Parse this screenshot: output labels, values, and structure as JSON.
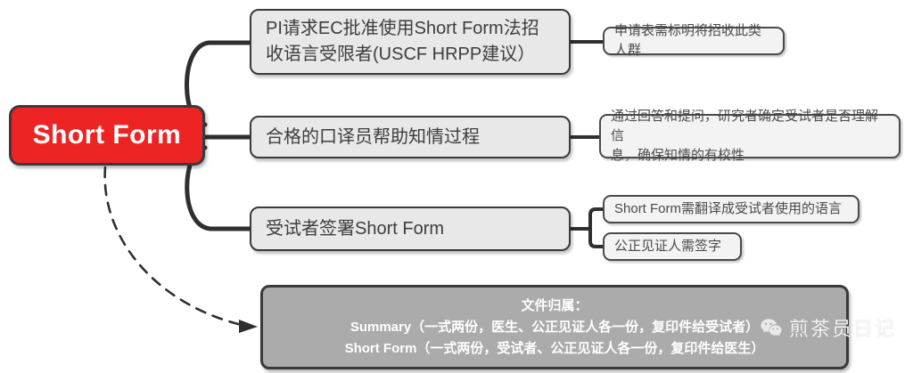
{
  "diagram": {
    "type": "mind-map",
    "root": {
      "label": "Short Form",
      "color": "#ED2324",
      "text_color": "#FFFFFF"
    },
    "branches": [
      {
        "id": "branch-1",
        "lines": [
          "PI请求EC批准使用Short Form法招",
          "收语言受限者(USCF HRPP建议）"
        ],
        "leaves": [
          {
            "id": "leaf-1",
            "lines": [
              "申请表需标明将招收此类人群"
            ]
          }
        ]
      },
      {
        "id": "branch-2",
        "lines": [
          "合格的口译员帮助知情过程"
        ],
        "leaves": [
          {
            "id": "leaf-2",
            "lines": [
              "通过回答和提问，研究者确定受试者是否理解信",
              "息，确保知情的有校性"
            ]
          }
        ]
      },
      {
        "id": "branch-3",
        "lines": [
          "受试者签署Short Form"
        ],
        "leaves": [
          {
            "id": "leaf-3a",
            "lines": [
              "Short Form需翻译成受试者使用的语言"
            ]
          },
          {
            "id": "leaf-3b",
            "lines": [
              "公正见证人需签字"
            ]
          }
        ]
      }
    ],
    "summary_box": {
      "color": "#ABABAB",
      "text_color": "#FFFFFF",
      "lines": [
        "文件归属：",
        "Summary（一式两份，医生、公正见证人各一份，复印件给受试者）",
        "Short Form（一式两份，受试者、公正见证人各一份，复印件给医生）"
      ]
    },
    "watermark": {
      "text": "煎茶员日记",
      "logo": "wechat-icon"
    }
  }
}
